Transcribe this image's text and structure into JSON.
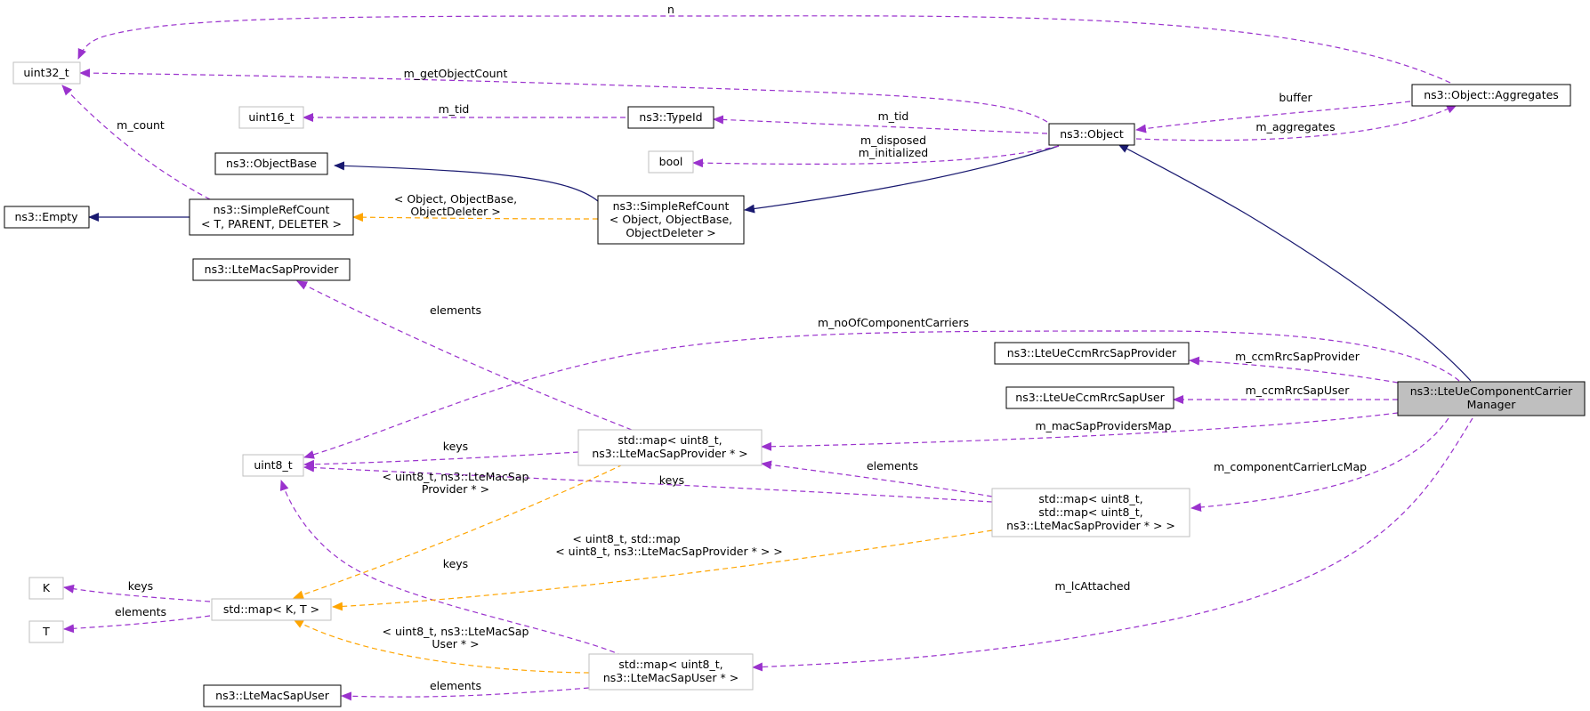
{
  "colors": {
    "usage_edge": "#9a32cd",
    "template_edge": "#ffa500",
    "inheritance_edge": "#191970",
    "highlight_fill": "#bfbfbf"
  },
  "nodes": {
    "uint32_t": "uint32_t",
    "uint16_t": "uint16_t",
    "typeid": "ns3::TypeId",
    "object": "ns3::Object",
    "aggregates": "ns3::Object::Aggregates",
    "bool": "bool",
    "objectbase": "ns3::ObjectBase",
    "empty": "ns3::Empty",
    "srct_1": "ns3::SimpleRefCount",
    "srct_2": "< T, PARENT, DELETER >",
    "srco_1": "ns3::SimpleRefCount",
    "srco_2": "< Object, ObjectBase,",
    "srco_3": "ObjectDeleter >",
    "macprov": "ns3::LteMacSapProvider",
    "ccmprov": "ns3::LteUeCcmRrcSapProvider",
    "ccmuser": "ns3::LteUeCcmRrcSapUser",
    "mgr_1": "ns3::LteUeComponentCarrier",
    "mgr_2": "Manager",
    "uint8_t": "uint8_t",
    "mapprov_1": "std::map< uint8_t,",
    "mapprov_2": "ns3::LteMacSapProvider * >",
    "mapmap_1": "std::map< uint8_t,",
    "mapmap_2": "std::map< uint8_t,",
    "mapmap_3": "ns3::LteMacSapProvider * > >",
    "k": "K",
    "t": "T",
    "mapkt": "std::map< K, T >",
    "mapuser_1": "std::map< uint8_t,",
    "mapuser_2": "ns3::LteMacSapUser * >",
    "macuser": "ns3::LteMacSapUser"
  },
  "edge_labels": {
    "n": "n",
    "m_getObjectCount": "m_getObjectCount",
    "m_tid_a": "m_tid",
    "m_tid_b": "m_tid",
    "buffer": "buffer",
    "m_aggregates": "m_aggregates",
    "m_disposed": "m_disposed",
    "m_initialized": "m_initialized",
    "m_count": "m_count",
    "srco_tpl_1": "< Object, ObjectBase,",
    "srco_tpl_2": "ObjectDeleter >",
    "elements_macprov": "elements",
    "m_noOfComponentCarriers": "m_noOfComponentCarriers",
    "m_ccmRrcSapProvider": "m_ccmRrcSapProvider",
    "m_ccmRrcSapUser": "m_ccmRrcSapUser",
    "m_macSapProvidersMap": "m_macSapProvidersMap",
    "keys_mapprov": "keys",
    "mapprov_tpl_1": "< uint8_t, ns3::LteMacSap",
    "mapprov_tpl_2": "Provider * >",
    "keys_mapmap": "keys",
    "elements_mapmap": "elements",
    "m_componentCarrierLcMap": "m_componentCarrierLcMap",
    "mapmap_tpl_1": "< uint8_t, std::map",
    "mapmap_tpl_2": "< uint8_t, ns3::LteMacSapProvider * > >",
    "keys_mapuser": "keys",
    "keys_k": "keys",
    "elements_t": "elements",
    "m_lcAttached": "m_lcAttached",
    "mapuser_tpl_1": "< uint8_t, ns3::LteMacSap",
    "mapuser_tpl_2": "User * >",
    "elements_macuser": "elements"
  }
}
